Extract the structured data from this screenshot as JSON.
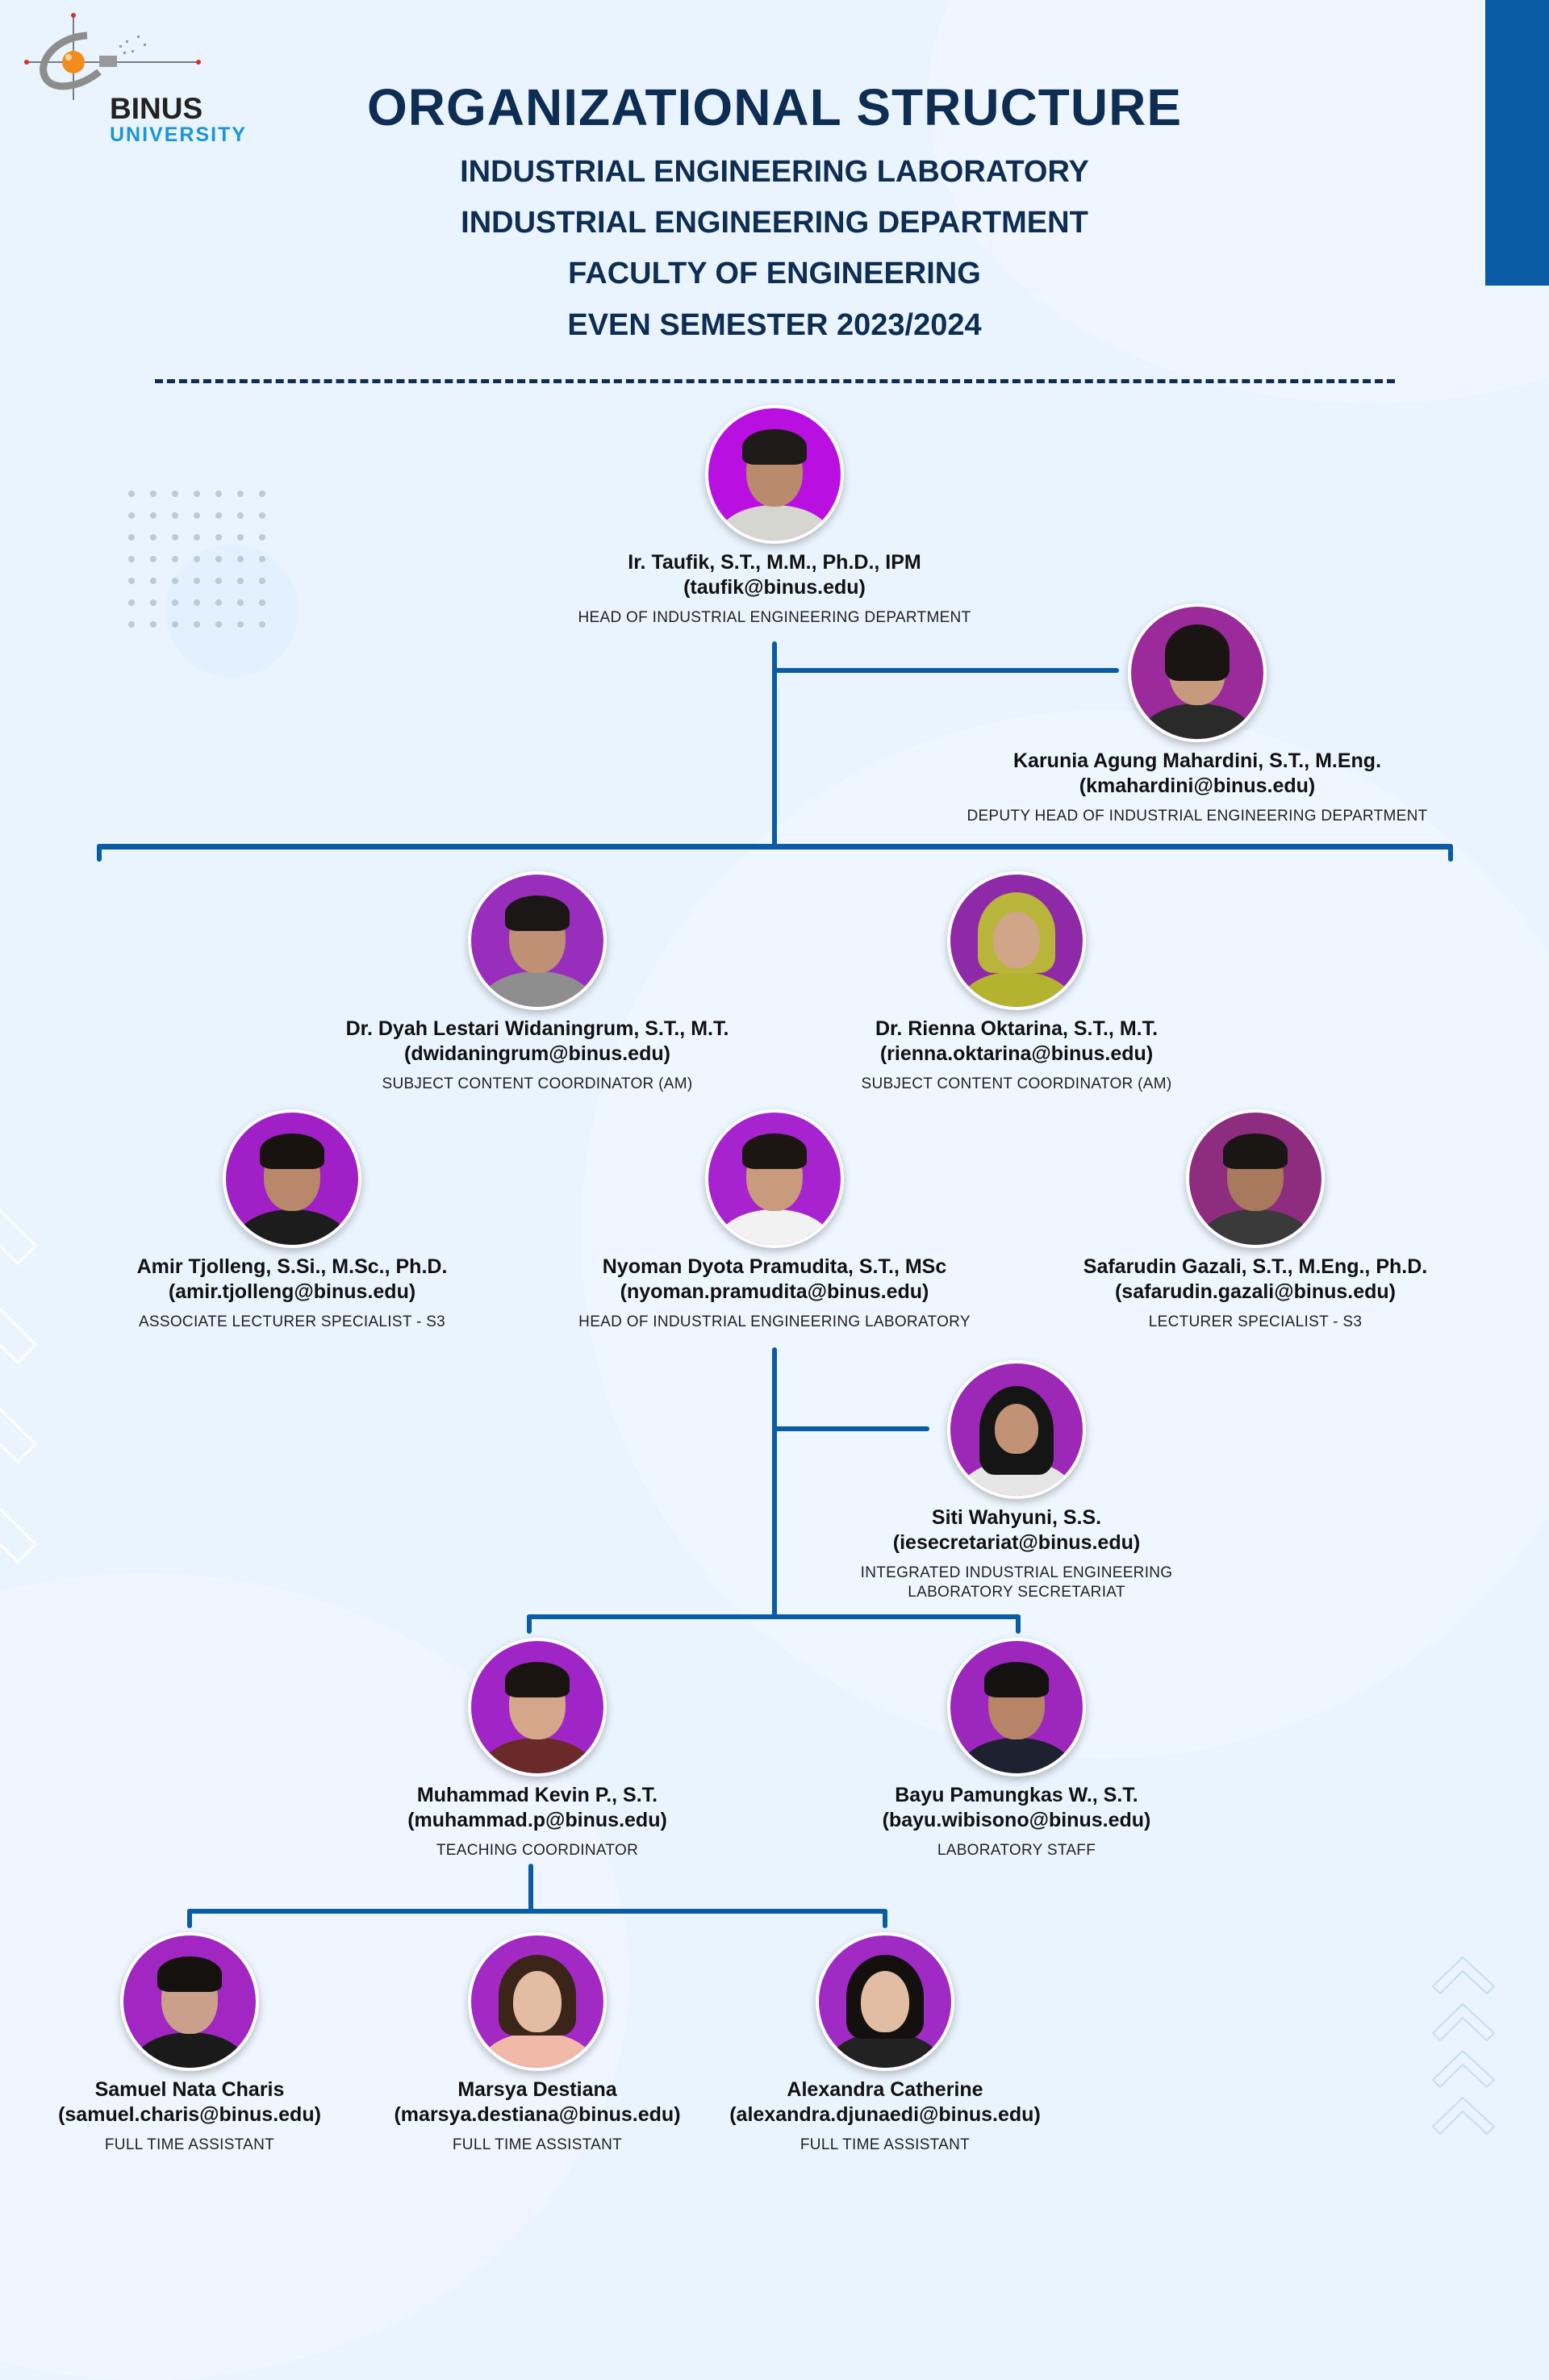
{
  "logo": {
    "line1": "BINUS",
    "line2": "UNIVERSITY"
  },
  "header": {
    "title": "ORGANIZATIONAL STRUCTURE",
    "subtitles": [
      "INDUSTRIAL ENGINEERING LABORATORY",
      "INDUSTRIAL ENGINEERING DEPARTMENT",
      "FACULTY OF ENGINEERING",
      "EVEN SEMESTER 2023/2024"
    ]
  },
  "colors": {
    "background": "#eaf4fe",
    "title": "#0d2d52",
    "connector": "#0a5ca5",
    "accent_bar": "#0a5ca5",
    "avatar_bg": "#9b2fbf"
  },
  "people": [
    {
      "name": "Ir. Taufik, S.T., M.M., Ph.D., IPM",
      "email": "(taufik@binus.edu)",
      "role": "HEAD OF INDUSTRIAL ENGINEERING DEPARTMENT"
    },
    {
      "name": "Karunia Agung Mahardini, S.T., M.Eng.",
      "email": "(kmahardini@binus.edu)",
      "role": "DEPUTY HEAD OF INDUSTRIAL ENGINEERING DEPARTMENT"
    },
    {
      "name": "Dr. Dyah Lestari Widaningrum, S.T., M.T.",
      "email": "(dwidaningrum@binus.edu)",
      "role": "SUBJECT CONTENT COORDINATOR (AM)"
    },
    {
      "name": "Dr. Rienna Oktarina, S.T., M.T.",
      "email": "(rienna.oktarina@binus.edu)",
      "role": "SUBJECT CONTENT COORDINATOR (AM)"
    },
    {
      "name": "Amir Tjolleng, S.Si., M.Sc., Ph.D.",
      "email": "(amir.tjolleng@binus.edu)",
      "role": "ASSOCIATE LECTURER SPECIALIST - S3"
    },
    {
      "name": "Nyoman Dyota Pramudita, S.T., MSc",
      "email": "(nyoman.pramudita@binus.edu)",
      "role": "HEAD OF INDUSTRIAL ENGINEERING LABORATORY"
    },
    {
      "name": "Safarudin Gazali, S.T., M.Eng., Ph.D.",
      "email": "(safarudin.gazali@binus.edu)",
      "role": "LECTURER SPECIALIST - S3"
    },
    {
      "name": "Siti Wahyuni, S.S.",
      "email": "(iesecretariat@binus.edu)",
      "role": "INTEGRATED INDUSTRIAL ENGINEERING LABORATORY SECRETARIAT"
    },
    {
      "name": "Muhammad Kevin P., S.T.",
      "email": "(muhammad.p@binus.edu)",
      "role": "TEACHING COORDINATOR"
    },
    {
      "name": "Bayu Pamungkas W., S.T.",
      "email": "(bayu.wibisono@binus.edu)",
      "role": "LABORATORY STAFF"
    },
    {
      "name": "Samuel Nata Charis",
      "email": "(samuel.charis@binus.edu)",
      "role": "FULL TIME ASSISTANT"
    },
    {
      "name": "Marsya Destiana",
      "email": "(marsya.destiana@binus.edu)",
      "role": "FULL TIME ASSISTANT"
    },
    {
      "name": "Alexandra Catherine",
      "email": "(alexandra.djunaedi@binus.edu)",
      "role": "FULL TIME ASSISTANT"
    }
  ]
}
